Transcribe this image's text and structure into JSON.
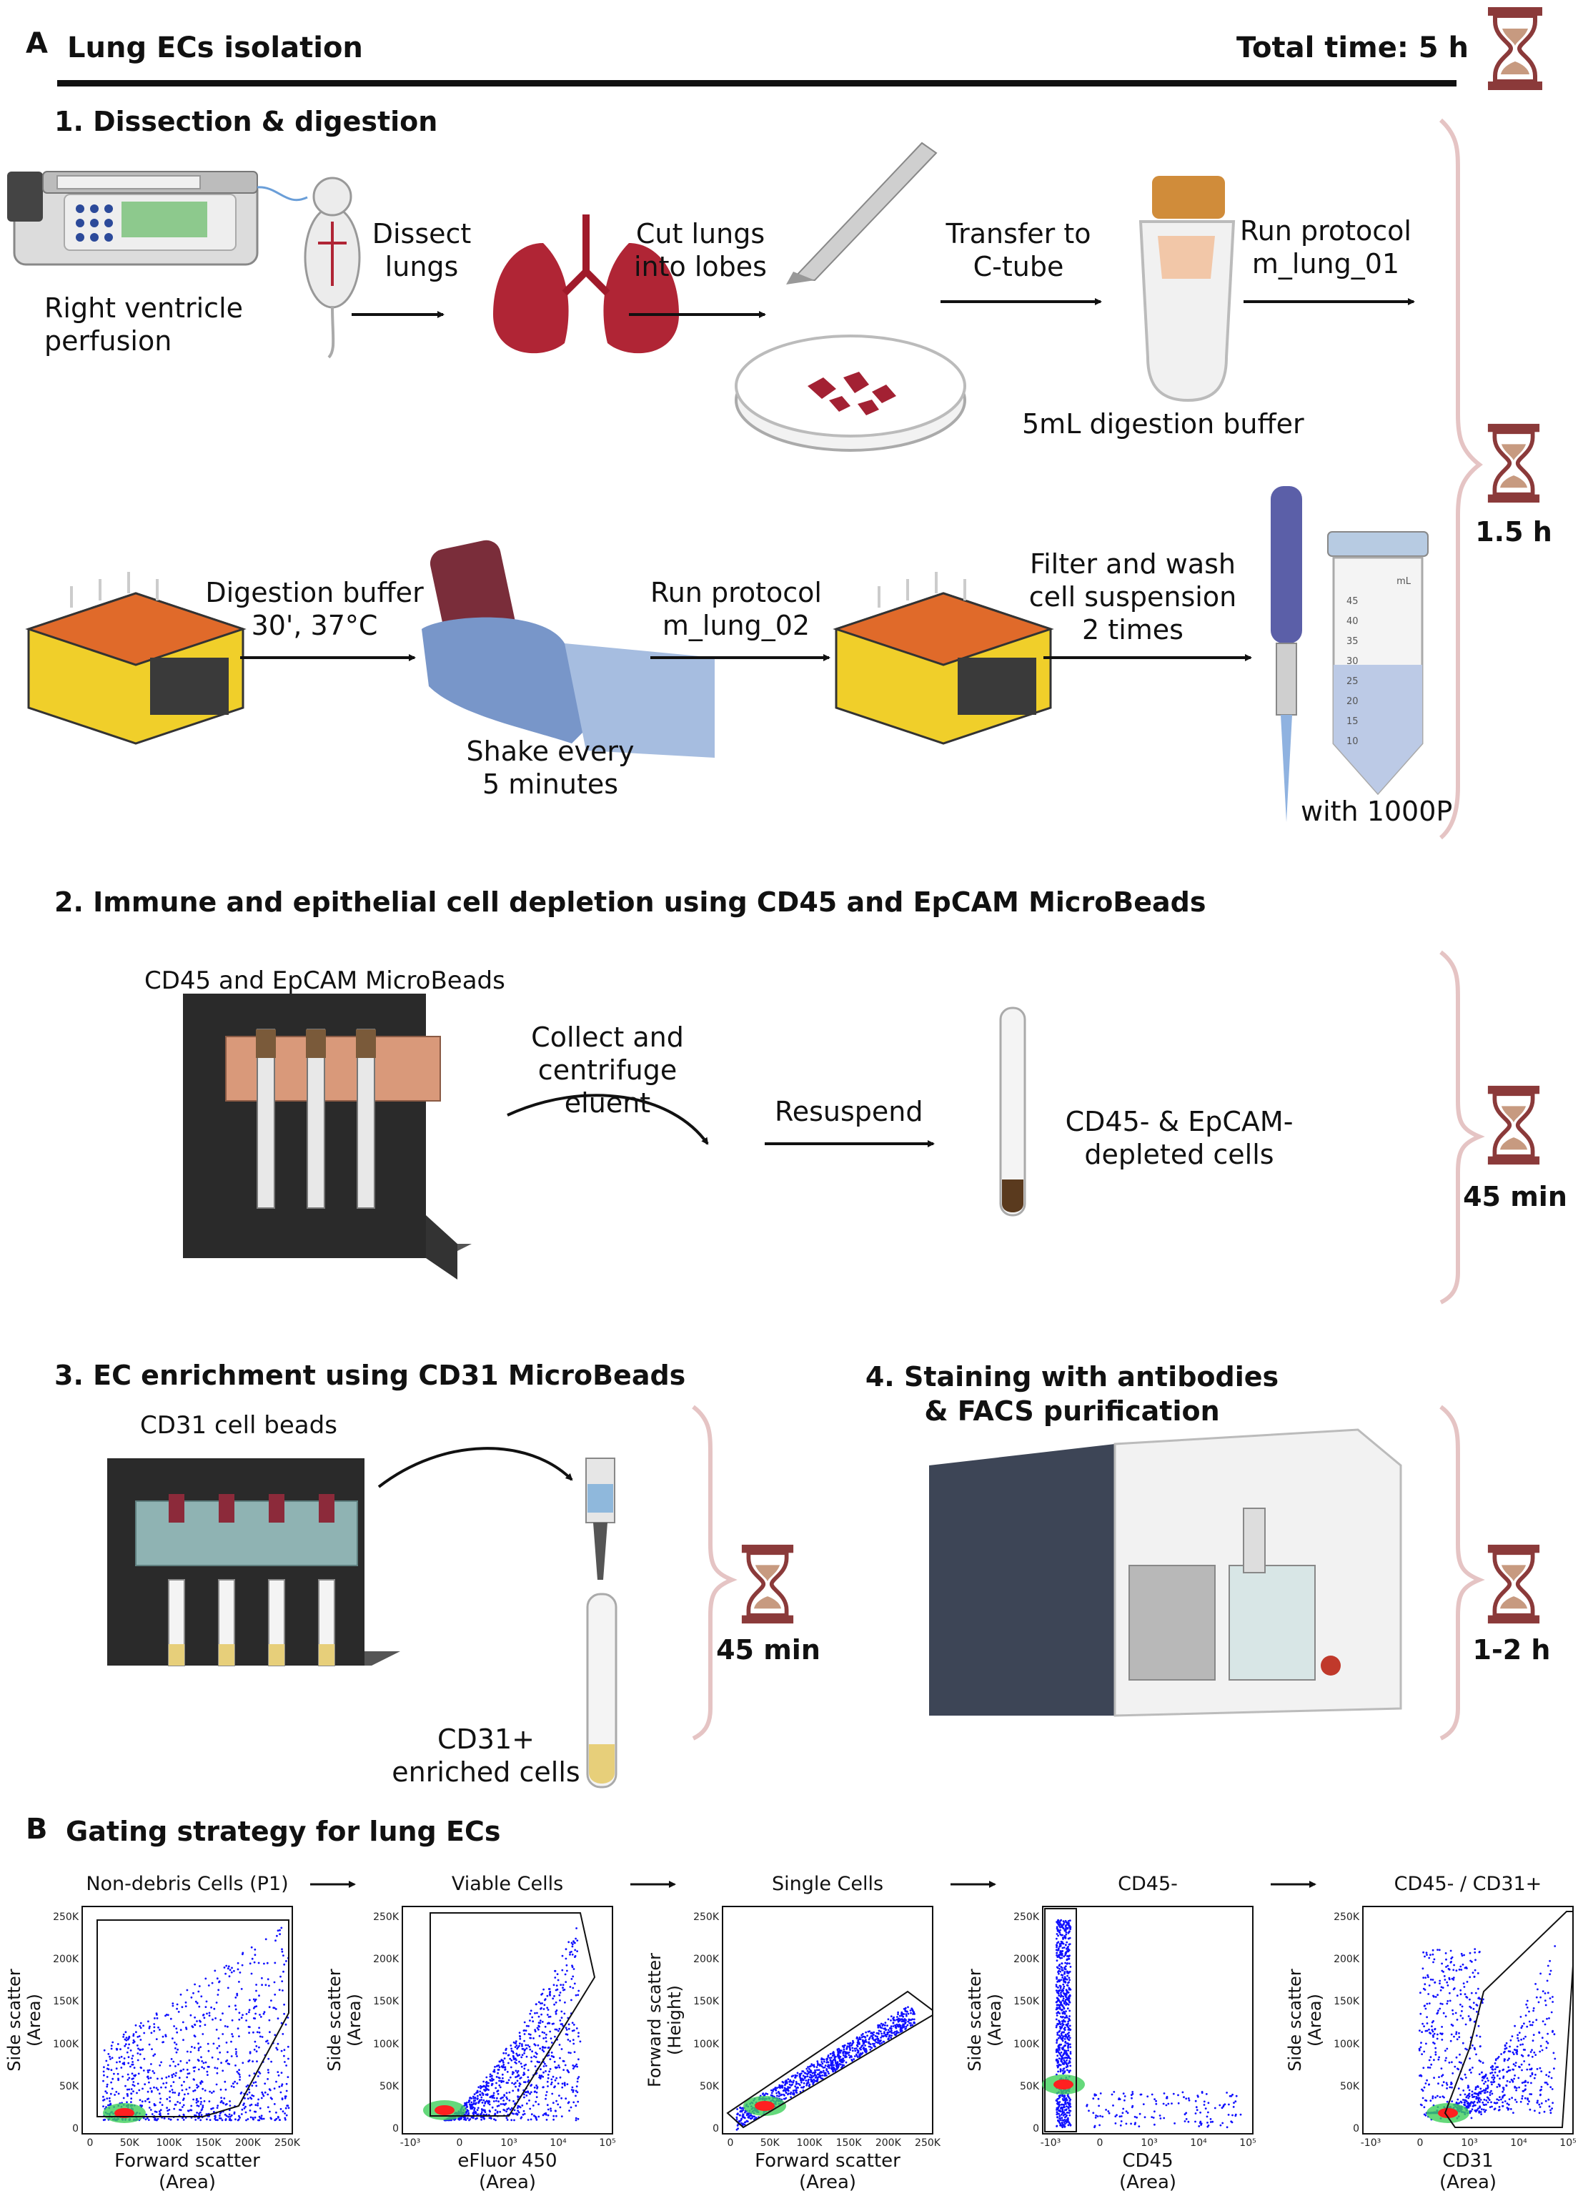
{
  "panel_a": {
    "letter": "A",
    "title": "Lung ECs isolation",
    "total_time": "Total time: 5 h",
    "step1": {
      "title": "1. Dissection & digestion",
      "perfusion_label": "Right ventricle\nperfusion",
      "dissect_label": "Dissect\nlungs",
      "cut_label": "Cut lungs\ninto lobes",
      "transfer_label": "Transfer to\nC-tube",
      "run1_label": "Run protocol\nm_lung_01",
      "buffer_label": "5mL digestion buffer",
      "digestion_label": "Digestion buffer\n30', 37°C",
      "shake_label": "Shake every\n5 minutes",
      "run2_label": "Run protocol\nm_lung_02",
      "filter_label": "Filter and wash\ncell suspension\n2 times",
      "pipette_label": "with 1000P",
      "time": "1.5 h",
      "tube_marks": [
        "mL",
        "45",
        "40",
        "35",
        "30",
        "25",
        "20",
        "15",
        "10"
      ]
    },
    "step2": {
      "title": "2. Immune and epithelial cell depletion using CD45 and EpCAM MicroBeads",
      "beads_label": "CD45 and EpCAM MicroBeads",
      "collect_label": "Collect and\ncentrifuge eluent",
      "resuspend_label": "Resuspend",
      "depleted_label": "CD45- & EpCAM-\ndepleted cells",
      "time": "45 min"
    },
    "step3": {
      "title": "3. EC enrichment using CD31 MicroBeads",
      "beads_label": "CD31 cell beads",
      "enriched_label": "CD31+\nenriched cells",
      "time": "45 min"
    },
    "step4": {
      "title": "4. Staining with antibodies\n& FACS purification",
      "time": "1-2 h"
    }
  },
  "panel_b": {
    "letter": "B",
    "title": "Gating strategy for lung ECs",
    "arrow_symbol": "→",
    "plots": [
      {
        "title": "Non-debris Cells (P1)",
        "ylabel": "Side scatter\n(Area)",
        "xlabel": "Forward scatter\n(Area)",
        "yticks": [
          "250K",
          "200K",
          "150K",
          "100K",
          "50K",
          "0"
        ],
        "xticks": [
          "0",
          "50K",
          "100K",
          "150K",
          "200K",
          "250K"
        ]
      },
      {
        "title": "Viable Cells",
        "ylabel": "Side scatter\n(Area)",
        "xlabel": "eFluor 450\n(Area)",
        "yticks": [
          "250K",
          "200K",
          "150K",
          "100K",
          "50K",
          "0"
        ],
        "xticks": [
          "-10³",
          "0",
          "10³",
          "10⁴",
          "10⁵"
        ]
      },
      {
        "title": "Single Cells",
        "ylabel": "Forward scatter\n(Height)",
        "xlabel": "Forward scatter\n(Area)",
        "yticks": [
          "250K",
          "200K",
          "150K",
          "100K",
          "50K",
          "0"
        ],
        "xticks": [
          "0",
          "50K",
          "100K",
          "150K",
          "200K",
          "250K"
        ]
      },
      {
        "title": "CD45-",
        "ylabel": "Side scatter\n(Area)",
        "xlabel": "CD45\n(Area)",
        "yticks": [
          "250K",
          "200K",
          "150K",
          "100K",
          "50K",
          "0"
        ],
        "xticks": [
          "-10³",
          "0",
          "10³",
          "10⁴",
          "10⁵"
        ]
      },
      {
        "title": "CD45- / CD31+",
        "ylabel": "Side scatter\n(Area)",
        "xlabel": "CD31\n(Area)",
        "yticks": [
          "250K",
          "200K",
          "150K",
          "100K",
          "50K",
          "0"
        ],
        "xticks": [
          "-10³",
          "0",
          "10³",
          "10⁴",
          "10⁵"
        ]
      }
    ]
  },
  "colors": {
    "hourglass": "#8b3a3a",
    "brace": "#e8c9c9",
    "lung": "#b02535",
    "glove": "#7896c9",
    "dissociator": "#e06a2a",
    "dissociator_base": "#f0cf2a",
    "rack": "#2a2a2a",
    "magnet_step2": "#d9997a",
    "magnet_step3": "#8fb3b3",
    "pipette": "#5b5fa8",
    "density_low": "#1010ff",
    "density_high": "#ff2020"
  }
}
